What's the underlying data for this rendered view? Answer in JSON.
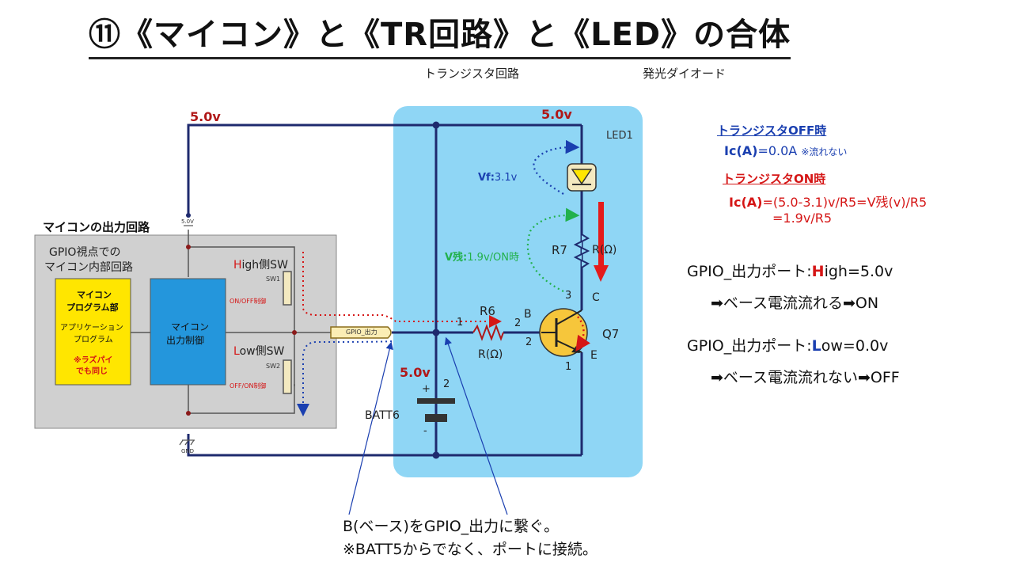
{
  "title": "⑪《マイコン》と《TR回路》と《LED》の合体",
  "subtitles": {
    "transistor_circuit": "トランジスタ回路",
    "led": "発光ダイオード"
  },
  "mcu": {
    "section_label": "マイコンの出力回路",
    "box_label_line1": "GPIO視点での",
    "box_label_line2": "マイコン内部回路",
    "program_block": {
      "line1": "マイコン",
      "line2": "プログラム部",
      "line3": "アプリケーション",
      "line4": "プログラム",
      "line5": "※ラズパイ",
      "line6": "でも同じ"
    },
    "output_block": {
      "line1": "マイコン",
      "line2": "出力制御"
    },
    "high_sw": {
      "prefix": "H",
      "rest": "igh側SW",
      "id": "SW1",
      "action": "ON/OFF制御"
    },
    "low_sw": {
      "prefix": "L",
      "rest": "ow側SW",
      "id": "SW2",
      "action": "OFF/ON制御"
    },
    "gpio_pin": "GPIO_出力",
    "vcc_small": "5.0V",
    "gnd_small": "GND"
  },
  "circuit": {
    "vcc_left": "5.0v",
    "vcc_right": "5.0v",
    "led_id": "LED1",
    "vf": {
      "prefix": "Vf:",
      "value": "3.1v"
    },
    "vzan": {
      "prefix": "V残:",
      "value": "1.9v/ON時"
    },
    "r7": "R7",
    "r7_value": "R(Ω)",
    "r6": "R6",
    "r6_value": "R(Ω)",
    "q7": "Q7",
    "pin_b": "B",
    "pin_c": "C",
    "pin_e": "E",
    "pin_1": "1",
    "pin_2": "2",
    "pin_3": "3",
    "batt_voltage": "5.0v",
    "batt_id": "BATT6",
    "batt_plus": "+",
    "batt_minus": "-",
    "batt_pin2": "2"
  },
  "info": {
    "off_title": "トランジスタOFF時",
    "off_ic_label": "Ic(A)",
    "off_ic_value": "=0.0A",
    "off_note": "※流れない",
    "on_title": "トランジスタON時",
    "on_ic_label": "Ic(A)",
    "on_ic_value": "=(5.0-3.1)v/R5=V残(v)/R5",
    "on_ic_value2": "=1.9v/R5",
    "gpio_high_prefix": "GPIO_出力ポート:",
    "gpio_high_letter": "H",
    "gpio_high_rest": "igh=5.0v",
    "gpio_high_result": "➡ベース電流流れる➡ON",
    "gpio_low_prefix": "GPIO_出力ポート:",
    "gpio_low_letter": "L",
    "gpio_low_rest": "ow=0.0v",
    "gpio_low_result": "➡ベース電流流れない➡OFF"
  },
  "bottom_note": {
    "line1": "B(ベース)をGPIO_出力に繋ぐ。",
    "line2": "※BATT5からでなく、ポートに接続。"
  },
  "colors": {
    "panel_blue": "#8fd6f5",
    "wire": "#1e2a6e",
    "accent_red": "#d51616",
    "text_blue": "#1a3fb0",
    "mcu_gray": "#d0d0d0",
    "mcu_blue": "#2496dc",
    "program_yellow": "#ffe600"
  }
}
